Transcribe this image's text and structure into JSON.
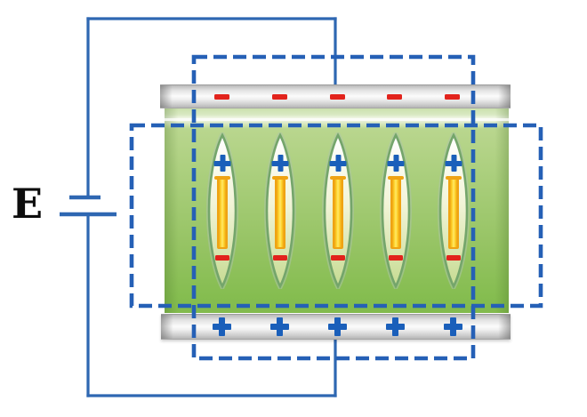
{
  "circuit": {
    "label": "E",
    "battery": {
      "plate_count": 2,
      "orientation": "vertical-left"
    }
  },
  "electrodes": {
    "top": {
      "polarity": "negative",
      "symbol": "minus",
      "count": 5
    },
    "bottom": {
      "polarity": "positive",
      "symbol": "plus",
      "count": 5
    }
  },
  "cells": {
    "count": 5,
    "top_symbol": "plus",
    "bottom_symbol": "minus",
    "contains": "dipole-rod"
  },
  "dashed_regions": [
    {
      "name": "inner-region",
      "shape": "rectangle"
    },
    {
      "name": "outer-region",
      "shape": "rectangle"
    }
  ],
  "colors": {
    "wire": "#2e67b2",
    "dash": "#2560b6",
    "chargeBlue": "#1a5fba",
    "chargeRed": "#e2231c",
    "rodOrange": "#efa313",
    "rodYellow": "#ffd52d",
    "ringGreen": "#74a56b",
    "haloGreen": "#adc5a8",
    "cellTop": "#ffffff",
    "cellMid": "#f2f4d8",
    "cellBottom": "#c6db92",
    "greenTop": "#cbe0ae",
    "greenMid": "#a9ce7b",
    "greenBottom": "#85bd50",
    "metalLight": "#fbfbfb",
    "metalMid": "#cfcfcf",
    "metalDark": "#b9b9b9",
    "labelInk": "#0d0d0d"
  }
}
